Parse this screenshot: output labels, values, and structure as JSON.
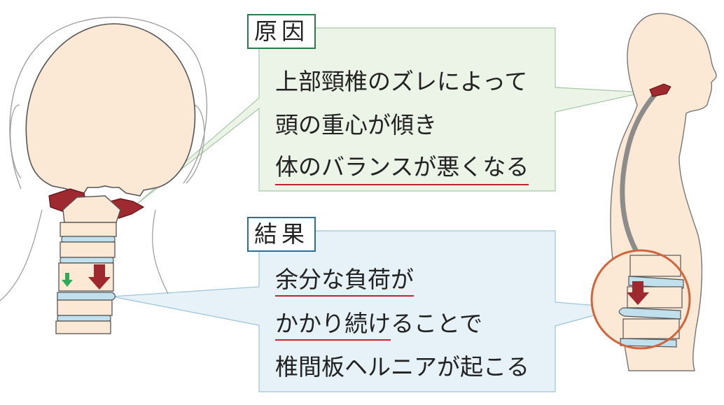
{
  "cause": {
    "label": "原因",
    "lines": [
      "上部頸椎のズレによって",
      "頭の重心が傾き",
      "体のバランスが悪くなる"
    ]
  },
  "result": {
    "label": "結果",
    "lines": [
      "余分な負荷が",
      "かかり続け",
      "ることで",
      "椎間板ヘルニアが起こる"
    ]
  },
  "colors": {
    "cause_box_fill": "#ecf4e8",
    "cause_border": "#2a7a4a",
    "result_box_fill": "#e6f2f8",
    "result_border": "#2a6e9a",
    "underline": "#c8222e",
    "vertebra_red": "#9e2a30",
    "disc_blue": "#bfe0ec",
    "skin": "#fbe9d6",
    "circle_outline": "#d2643c",
    "green_arrow": "#2faa5a"
  }
}
